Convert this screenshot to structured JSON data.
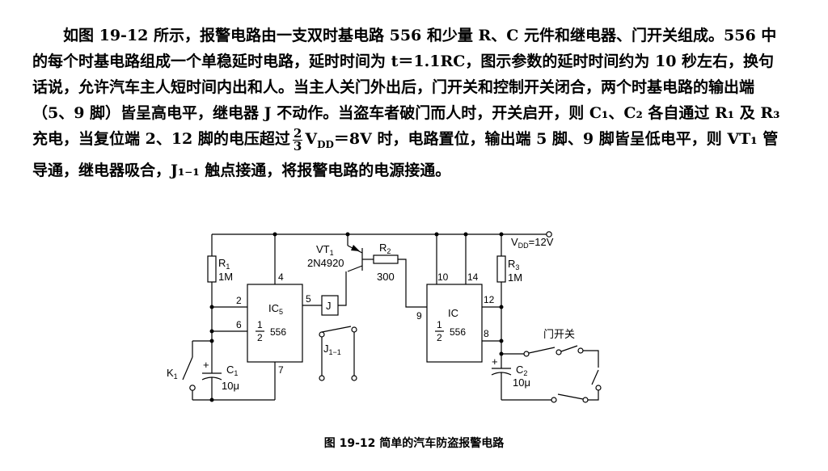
{
  "paragraph": {
    "part1": "如图 19-12 所示，报警电路由一支双时基电路 556 和少量 R、C 元件和继电器、门开关组成。556 中的每个时基电路组成一个单稳延时电路，延时时间为 t＝1.1RC，图示参数的延时时间约为 10 秒左右，换句话说，允许汽车主人短时间内出和人。当主人关门外出后，门开关和控制开关闭合，两个时基电路的输出端（5、9 脚）皆呈高电平，继电器 J 不动作。当盗车者破门而人时，开关启开，则 C₁、C₂ 各自通过 R₁ 及 R₃ 充电，当复位端 2、12 脚的电压超过",
    "frac_num": "2",
    "frac_den": "3",
    "part2": "V",
    "part2_sub": "DD",
    "part3": "＝8V 时，电路置位，输出端 5 脚、9 脚皆呈低电平，则 VT₁ 管导通，继电器吸合，J₁₋₁ 触点接通，将报警电路的电源接通。"
  },
  "schematic": {
    "r1_name": "R",
    "r1_sub": "1",
    "r1_value": "1M",
    "r2_name": "R",
    "r2_sub": "2",
    "r2_value": "300",
    "r3_name": "R",
    "r3_sub": "3",
    "r3_value": "1M",
    "vt1_name": "VT",
    "vt1_sub": "1",
    "vt1_part": "2N4920",
    "ic5_name": "IC",
    "ic5_sub": "5",
    "ic5_frac_num": "1",
    "ic5_frac_den": "2",
    "ic5_part": "556",
    "ic_name": "IC",
    "ic_frac_num": "1",
    "ic_frac_den": "2",
    "ic_part": "556",
    "relay_label": "J",
    "contact_name": "J",
    "contact_sub": "1−1",
    "c1_name": "C",
    "c1_sub": "1",
    "c1_value": "10μ",
    "c2_name": "C",
    "c2_sub": "2",
    "c2_value": "10μ",
    "k1_name": "K",
    "k1_sub": "1",
    "vdd_name": "V",
    "vdd_sub": "DD",
    "vdd_value": "=12V",
    "door_switch": "门开关",
    "plus_sign": "+",
    "pin_ic5": [
      "4",
      "2",
      "6",
      "5",
      "7"
    ],
    "pin_ic": [
      "10",
      "14",
      "9",
      "12",
      "8"
    ]
  },
  "caption": "图 19-12    简单的汽车防盗报警电路"
}
